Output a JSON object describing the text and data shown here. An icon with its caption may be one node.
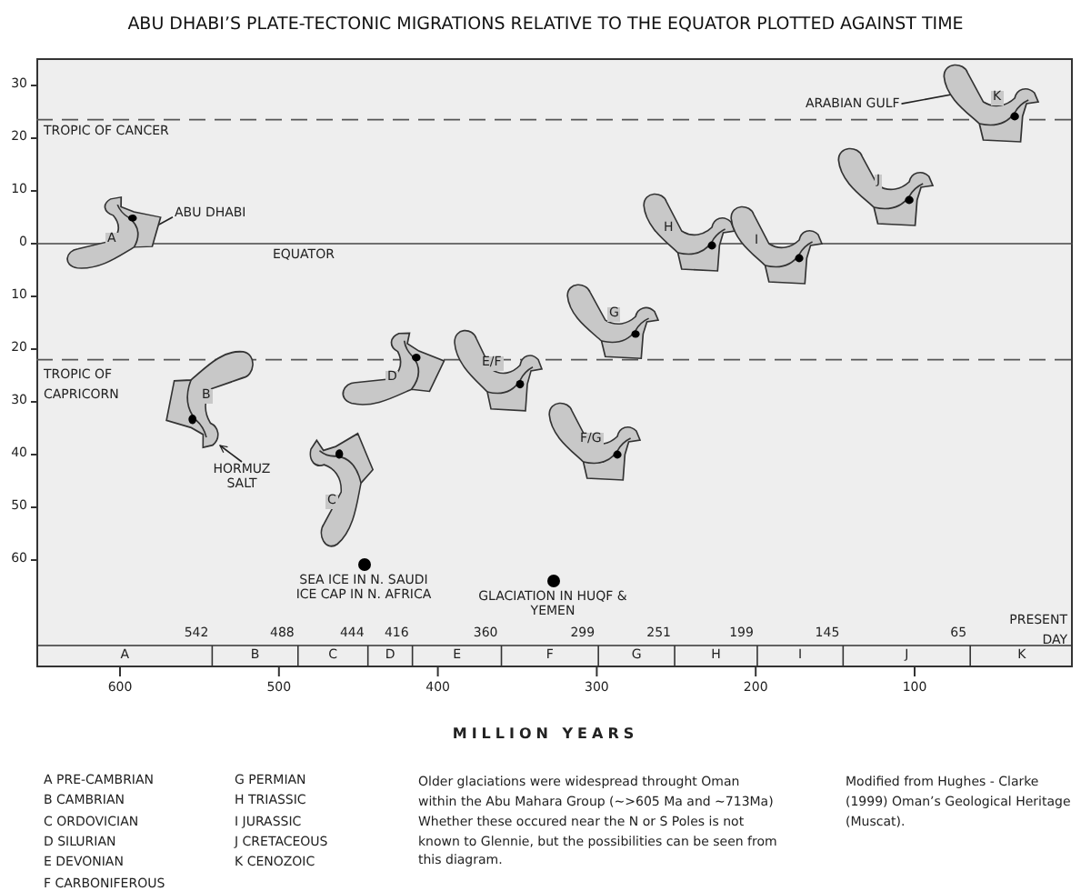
{
  "diagram": {
    "title": "ABU DHABI’S PLATE-TECTONIC MIGRATIONS RELATIVE TO THE EQUATOR PLOTTED AGAINST TIME",
    "nodes": [
      {
        "text": [
          "K"
        ]
      },
      {
        "text": [
          "ARABIAN GULF"
        ]
      },
      {
        "text": [
          "J"
        ]
      },
      {
        "text": [
          "ABU DHABI"
        ]
      },
      {
        "text": [
          "A"
        ]
      },
      {
        "text": [
          "H"
        ]
      },
      {
        "text": [
          "I"
        ]
      },
      {
        "text": [
          "G"
        ]
      },
      {
        "text": [
          "B"
        ]
      },
      {
        "text": [
          "D"
        ]
      },
      {
        "text": [
          "E/F"
        ]
      },
      {
        "text": [
          "F/G"
        ]
      },
      {
        "text": [
          "C"
        ]
      },
      {
        "text": [
          "HORMUZ SALT"
        ]
      },
      {
        "text": [],
        "shape": "circle",
        "beside": [
          "SEA ICE IN N. SAUDI ICE CAP IN N. AFRICA"
        ]
      },
      {
        "text": [],
        "shape": "circle",
        "beside": [
          "GLACIATION IN HUQF & YEMEN"
        ]
      }
    ],
    "edges": [
      {
        "from": 1,
        "to": 0,
        "arrow": "none"
      },
      {
        "from": 3,
        "to": 4,
        "arrow": "none"
      },
      {
        "from": 13,
        "to": 8,
        "arrow": "to"
      }
    ],
    "labels": [
      "30",
      "20",
      "10",
      "0",
      "10",
      "20",
      "30",
      "40",
      "50",
      "60",
      "TROPIC OF CANCER",
      "EQUATOR",
      "TROPIC OF CAPRICORN",
      "542",
      "488",
      "444",
      "416",
      "360",
      "299",
      "251",
      "199",
      "145",
      "65",
      "PRESENT DAY",
      "A",
      "B",
      "C",
      "D",
      "E",
      "F",
      "G",
      "H",
      "I",
      "J",
      "K",
      "600",
      "500",
      "400",
      "300",
      "200",
      "100",
      "MILLION YEARS",
      "A PRE-CAMBRIAN",
      "B CAMBRIAN",
      "C ORDOVICIAN",
      "D SILURIAN",
      "E DEVONIAN",
      "F CARBONIFEROUS",
      "G PERMIAN",
      "H TRIASSIC",
      "I JURASSIC",
      "J CRETACEOUS",
      "K CENOZOIC",
      "Older glaciations were widespread throught Oman within the Abu Mahara Group (~>605 Ma and ~713Ma) Whether these occured near the N or S Poles is not known to Glennie, but the possibilities can be seen from this diagram.",
      "Modified from Hughes - Clarke (1999) Oman’s Geological Heritage (Muscat)."
    ]
  }
}
